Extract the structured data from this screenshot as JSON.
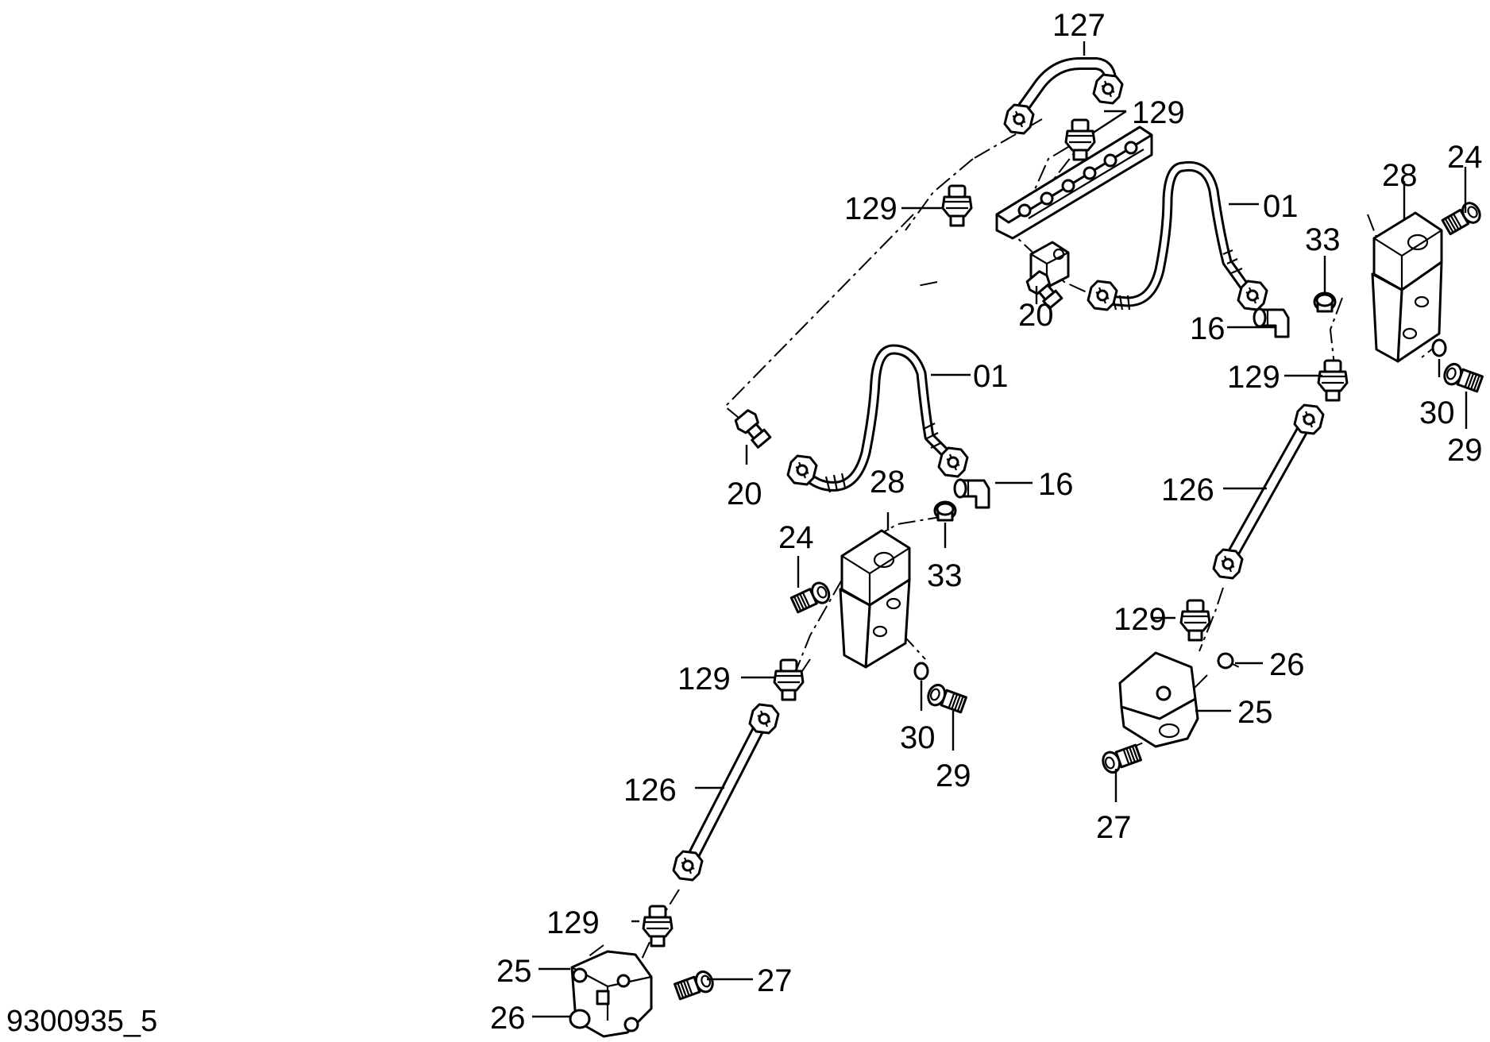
{
  "drawing": {
    "reference": "9300935_5",
    "callouts": [
      {
        "id": "c127",
        "text": "127"
      },
      {
        "id": "c129a",
        "text": "129"
      },
      {
        "id": "c129b",
        "text": "129"
      },
      {
        "id": "c01a",
        "text": "01"
      },
      {
        "id": "c24a",
        "text": "24"
      },
      {
        "id": "c28a",
        "text": "28"
      },
      {
        "id": "c33a",
        "text": "33"
      },
      {
        "id": "c20a",
        "text": "20"
      },
      {
        "id": "c16a",
        "text": "16"
      },
      {
        "id": "c129c",
        "text": "129"
      },
      {
        "id": "c30a",
        "text": "30"
      },
      {
        "id": "c29a",
        "text": "29"
      },
      {
        "id": "c01b",
        "text": "01"
      },
      {
        "id": "c20b",
        "text": "20"
      },
      {
        "id": "c28b",
        "text": "28"
      },
      {
        "id": "c16b",
        "text": "16"
      },
      {
        "id": "c126a",
        "text": "126"
      },
      {
        "id": "c24b",
        "text": "24"
      },
      {
        "id": "c33b",
        "text": "33"
      },
      {
        "id": "c129d",
        "text": "129"
      },
      {
        "id": "c26a",
        "text": "26"
      },
      {
        "id": "c25a",
        "text": "25"
      },
      {
        "id": "c129e",
        "text": "129"
      },
      {
        "id": "c30b",
        "text": "30"
      },
      {
        "id": "c29b",
        "text": "29"
      },
      {
        "id": "c27a",
        "text": "27"
      },
      {
        "id": "c126b",
        "text": "126"
      },
      {
        "id": "c129f",
        "text": "129"
      },
      {
        "id": "c25b",
        "text": "25"
      },
      {
        "id": "c27b",
        "text": "27"
      },
      {
        "id": "c26b",
        "text": "26"
      }
    ]
  }
}
